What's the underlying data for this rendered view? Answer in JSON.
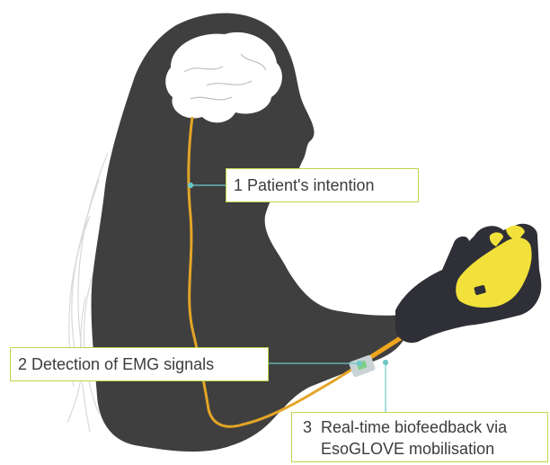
{
  "labels": {
    "step1": "1 Patient's intention",
    "step2": "2 Detection of EMG signals",
    "step3_number": "3",
    "step3_line1": "Real-time biofeedback via",
    "step3_line2": "EsoGLOVE mobilisation"
  },
  "colors": {
    "silhouette": "#3f3f3f",
    "brain": "#ffffff",
    "nerve": "#e3a526",
    "arrow": "#f0a51e",
    "leader": "#6ec8c8",
    "label_border": "#b9d94a",
    "glove_dark": "#2f2f37",
    "glove_yellow": "#f2e13a",
    "sensor": "#c9d3d6"
  },
  "icons": {
    "brain": "brain-icon",
    "sensor": "emg-sensor-icon",
    "glove": "esoglove-icon"
  }
}
